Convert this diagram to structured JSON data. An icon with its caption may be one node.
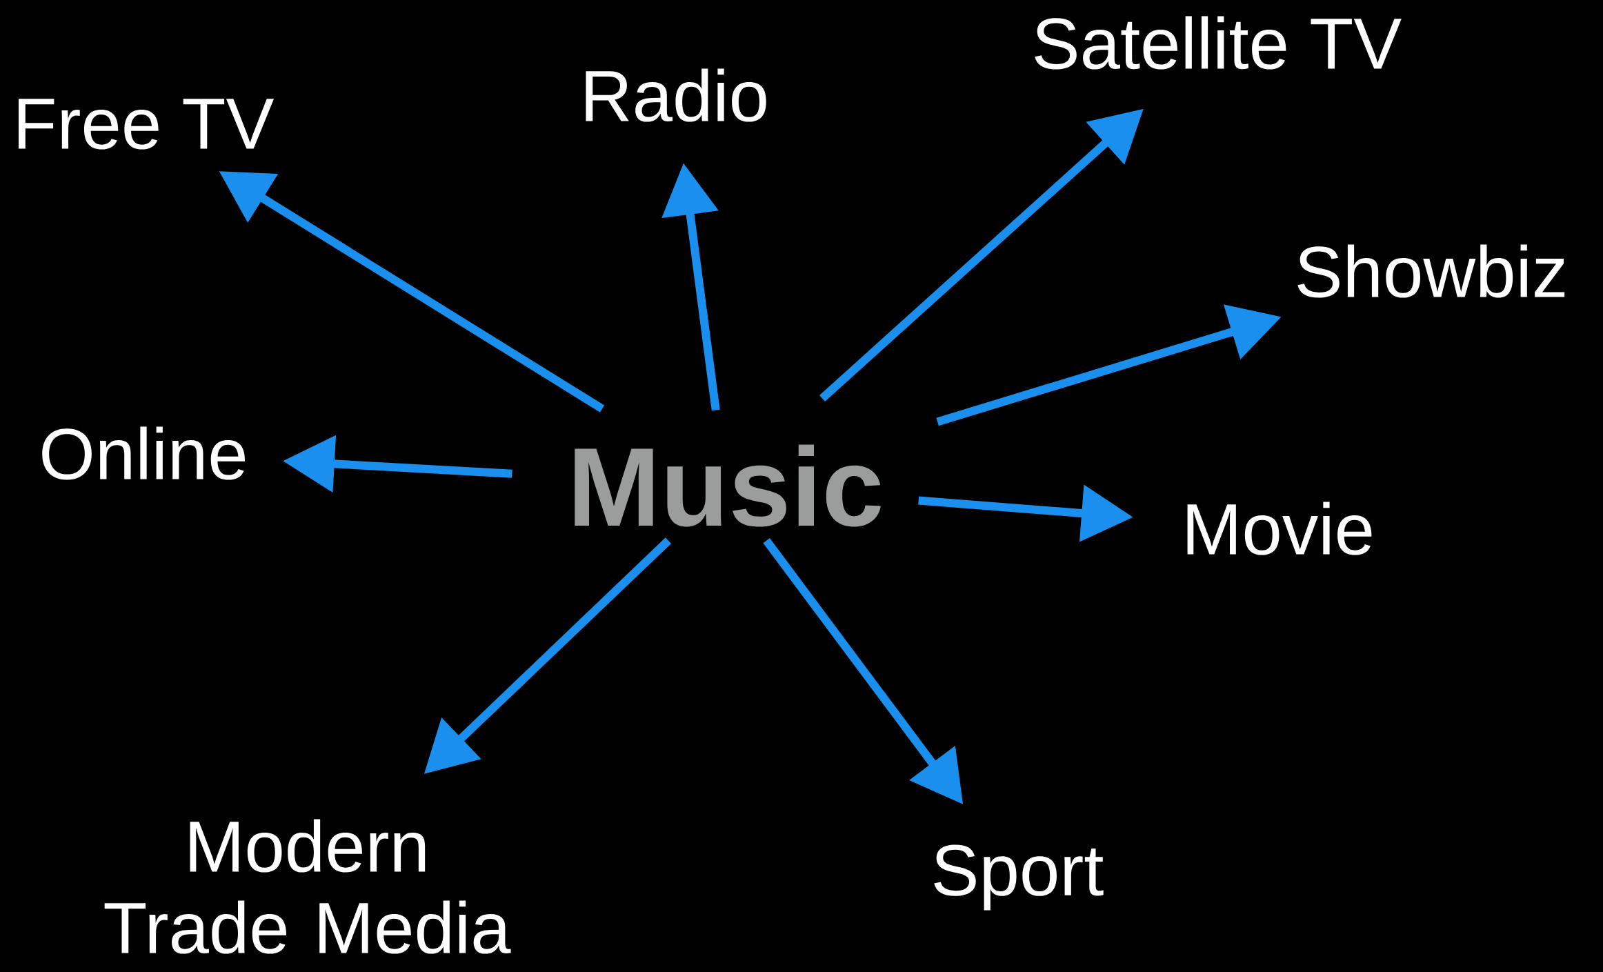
{
  "diagram": {
    "nodes": [
      {
        "text": [
          "Music"
        ]
      },
      {
        "text": [
          "Satellite TV"
        ]
      },
      {
        "text": [
          "Radio"
        ]
      },
      {
        "text": [
          "Free TV"
        ]
      },
      {
        "text": [
          "Showbiz"
        ]
      },
      {
        "text": [
          "Online"
        ]
      },
      {
        "text": [
          "Movie"
        ]
      },
      {
        "text": [
          "Sport"
        ]
      },
      {
        "text": [
          "Modern Trade Media"
        ]
      }
    ],
    "edges": [
      {
        "from": 0,
        "to": 1,
        "arrow": "to"
      },
      {
        "from": 0,
        "to": 2,
        "arrow": "to"
      },
      {
        "from": 0,
        "to": 3,
        "arrow": "to"
      },
      {
        "from": 0,
        "to": 4,
        "arrow": "to"
      },
      {
        "from": 0,
        "to": 5,
        "arrow": "to"
      },
      {
        "from": 0,
        "to": 6,
        "arrow": "to"
      },
      {
        "from": 0,
        "to": 7,
        "arrow": "to"
      },
      {
        "from": 0,
        "to": 8,
        "arrow": "to"
      }
    ]
  }
}
